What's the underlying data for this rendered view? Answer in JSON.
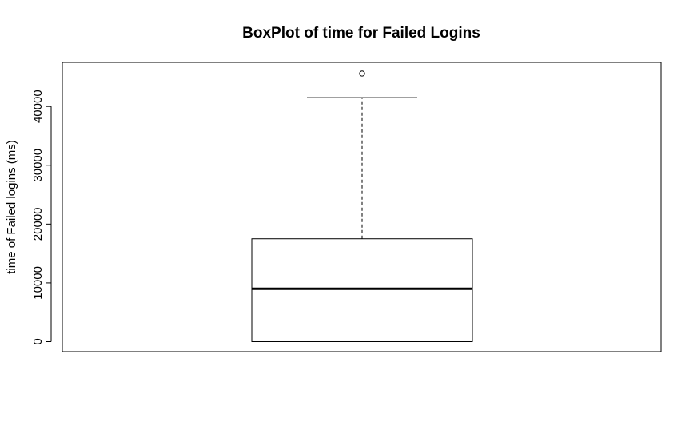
{
  "chart_data": {
    "type": "boxplot",
    "title": "BoxPlot of time for Failed Logins",
    "xlabel": "",
    "ylabel": "time of Failed logins (ms)",
    "ylim": [
      -1700,
      47500
    ],
    "y_ticks": [
      0,
      10000,
      20000,
      30000,
      40000
    ],
    "y_tick_labels": [
      "0",
      "10000",
      "20000",
      "30000",
      "40000"
    ],
    "grid": false,
    "legend": "none",
    "box": {
      "whisker_low": 0,
      "q1": 0,
      "median": 9000,
      "q3": 17500,
      "whisker_high": 41500
    },
    "outliers": [
      45600
    ]
  }
}
